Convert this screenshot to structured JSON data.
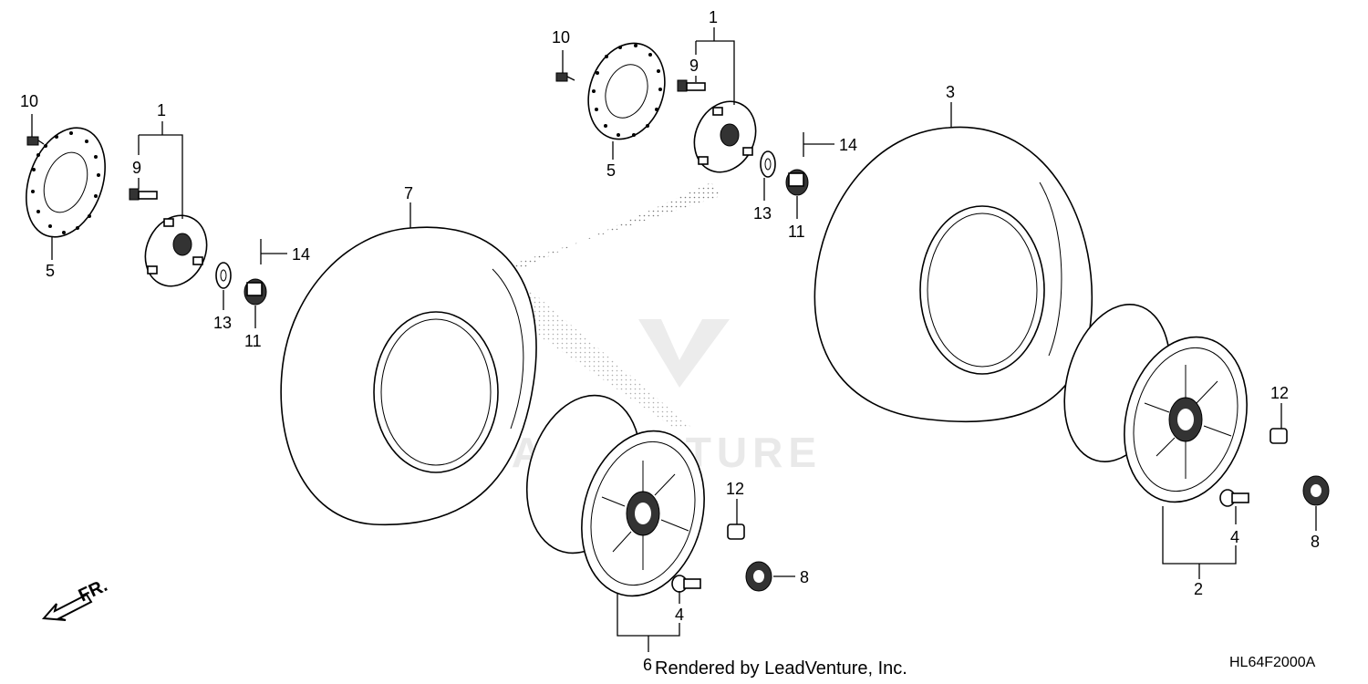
{
  "callouts": {
    "c1_left": "1",
    "c1_right": "1",
    "c2": "2",
    "c3": "3",
    "c4_left": "4",
    "c4_right": "4",
    "c5_left": "5",
    "c5_right": "5",
    "c6": "6",
    "c7": "7",
    "c8_left": "8",
    "c8_right": "8",
    "c9_left": "9",
    "c9_right": "9",
    "c10_left": "10",
    "c10_right": "10",
    "c11_left": "11",
    "c11_right": "11",
    "c12_left": "12",
    "c12_right": "12",
    "c13_left": "13",
    "c13_right": "13",
    "c14_left": "14",
    "c14_right": "14"
  },
  "direction_label": "FR.",
  "footer_text": "Rendered by LeadVenture, Inc.",
  "diagram_code": "HL64F2000A",
  "watermark_text": "LEADVENTURE"
}
